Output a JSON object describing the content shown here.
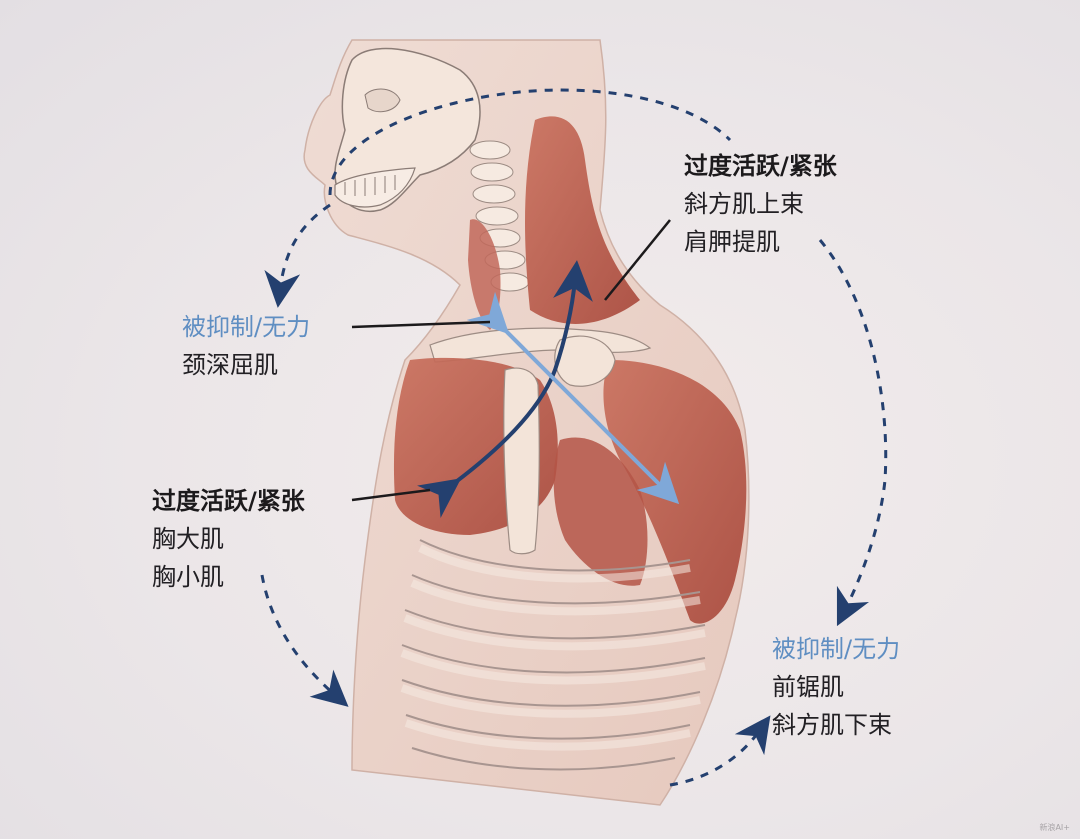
{
  "labels": {
    "upper_right": {
      "status": "过度活跃/紧张",
      "muscles": [
        "斜方肌上束",
        "肩胛提肌"
      ]
    },
    "left_neck": {
      "status": "被抑制/无力",
      "muscles": [
        "颈深屈肌"
      ]
    },
    "left_chest": {
      "status": "过度活跃/紧张",
      "muscles": [
        "胸大肌",
        "胸小肌"
      ]
    },
    "lower_right": {
      "status": "被抑制/无力",
      "muscles": [
        "前锯肌",
        "斜方肌下束"
      ]
    }
  },
  "watermark": "新浪AI+",
  "colors": {
    "inhibited": "#5f8ec2",
    "overactive": "#1c1a1c",
    "arrow_dark": "#24406f",
    "arrow_light": "#8bb3e0",
    "muscle": "#b85a4a",
    "bone": "#f1e2d6",
    "skin": "#edd7cf"
  }
}
